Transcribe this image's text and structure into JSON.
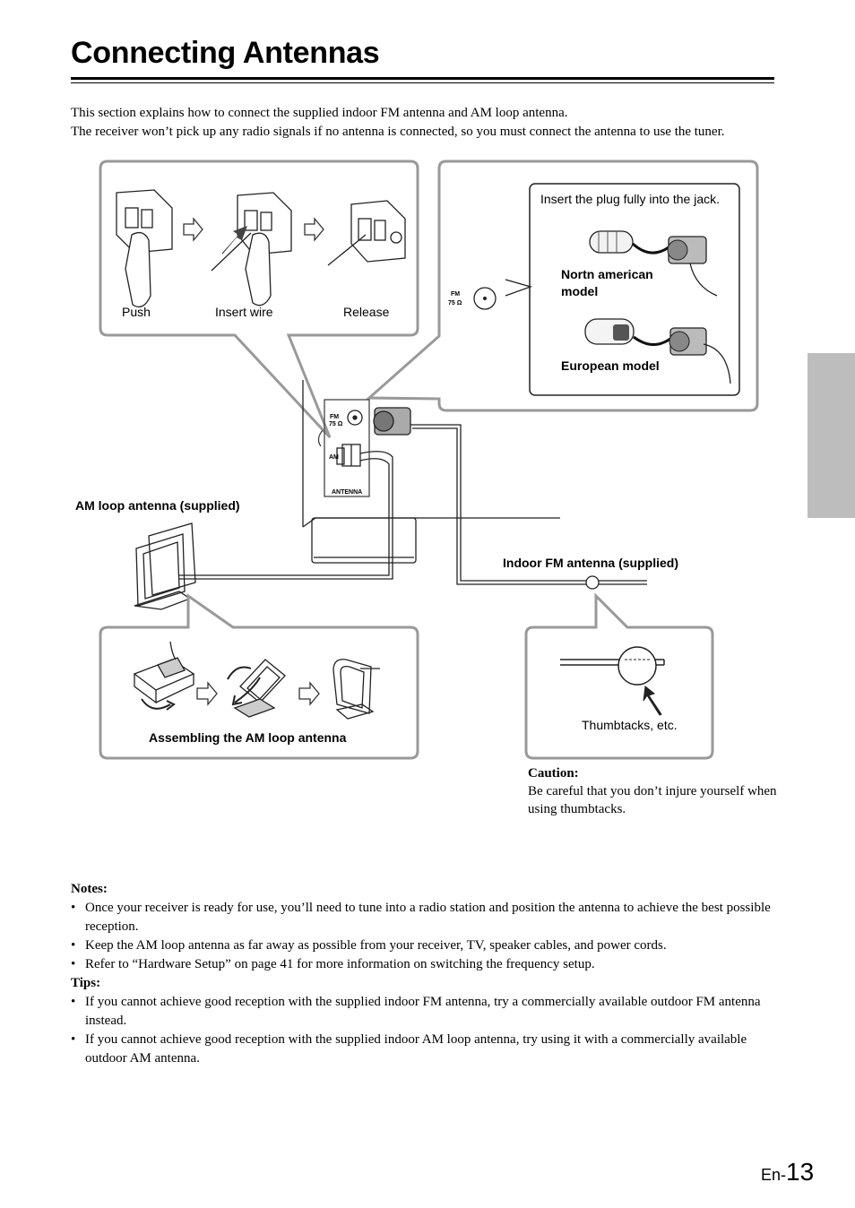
{
  "page": {
    "title": "Connecting Antennas",
    "intro": [
      "This section explains how to connect the supplied indoor FM antenna and AM loop antenna.",
      "The receiver won’t pick up any radio signals if no antenna is connected, so you must connect the antenna to use the tuner."
    ],
    "page_prefix": "En-",
    "page_number": "13"
  },
  "diagram": {
    "steps": [
      "Push",
      "Insert wire",
      "Release"
    ],
    "plug_instruction": "Insert the plug fully into the jack.",
    "na_model": "Nortn american model",
    "eu_model": "European model",
    "fm_label": "FM",
    "fm_ohm": "75 Ω",
    "am_label": "AM",
    "antenna_label": "ANTENNA",
    "am_loop": "AM loop antenna (supplied)",
    "indoor_fm": "Indoor FM antenna (supplied)",
    "assembling": "Assembling the AM loop antenna",
    "thumbtacks": "Thumbtacks, etc."
  },
  "caution": {
    "heading": "Caution:",
    "text": "Be careful that you don’t injure yourself when using thumbtacks."
  },
  "notes": {
    "heading": "Notes:",
    "items": [
      "Once your receiver is ready for use, you’ll need to tune into a radio station and position the antenna to achieve the best possible reception.",
      "Keep the AM loop antenna as far away as possible from your receiver, TV, speaker cables, and power cords.",
      "Refer to “Hardware Setup” on page 41 for more information on switching the frequency setup."
    ]
  },
  "tips": {
    "heading": "Tips:",
    "items": [
      "If you cannot achieve good reception with the supplied indoor FM antenna, try a commercially available outdoor FM antenna instead.",
      "If you cannot achieve good reception with the supplied indoor AM loop antenna, try using it with a commercially available outdoor AM antenna."
    ]
  }
}
